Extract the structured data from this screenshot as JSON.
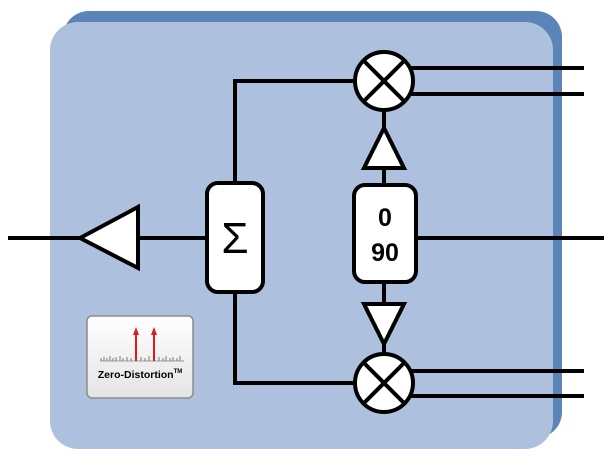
{
  "diagram": {
    "colors": {
      "panel_back": "#5b84b8",
      "panel_front": "#adc1de",
      "stroke": "#000000",
      "block_fill": "#ffffff",
      "badge_arrow": "#e0191b",
      "badge_border": "#8c8c8c"
    },
    "summer": {
      "symbol": "Σ"
    },
    "phase_splitter": {
      "top_value": "0",
      "bottom_value": "90"
    },
    "mixers": [
      "top-mixer",
      "bottom-mixer"
    ],
    "amplifier": {
      "shape": "triangle",
      "direction": "left"
    },
    "badge": {
      "title": "Zero-Distortion",
      "trademark": "TM"
    }
  }
}
